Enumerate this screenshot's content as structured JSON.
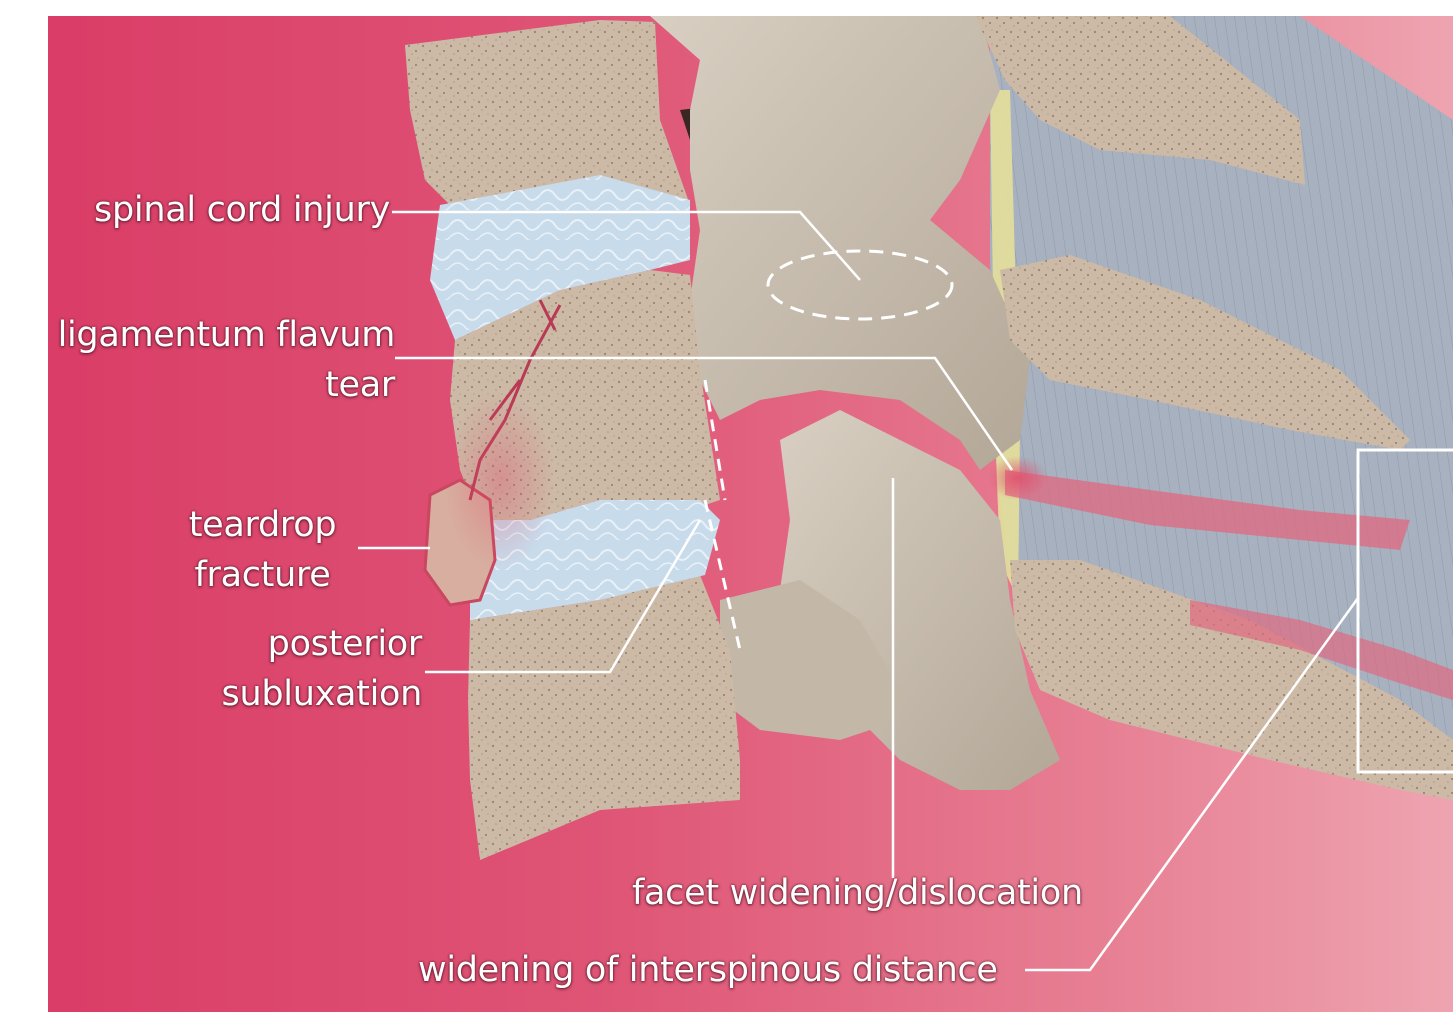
{
  "labels": {
    "spinal_cord_injury": "spinal cord injury",
    "ligamentum_flavum_tear_line1": "ligamentum flavum",
    "ligamentum_flavum_tear_line2": "tear",
    "teardrop_fracture_line1": "teardrop",
    "teardrop_fracture_line2": "fracture",
    "posterior_subluxation_line1": "posterior",
    "posterior_subluxation_line2": "subluxation",
    "facet_widening": "facet widening/dislocation",
    "interspinous_widening": "widening of interspinous distance"
  },
  "colors": {
    "background_left": "#da3d67",
    "background_right": "#eea4b0",
    "bone": "#cbb8a4",
    "disc": "#c9dcec",
    "ligament": "#a9b3c1",
    "injury": "#d9566d",
    "leader_line": "#ffffff"
  }
}
